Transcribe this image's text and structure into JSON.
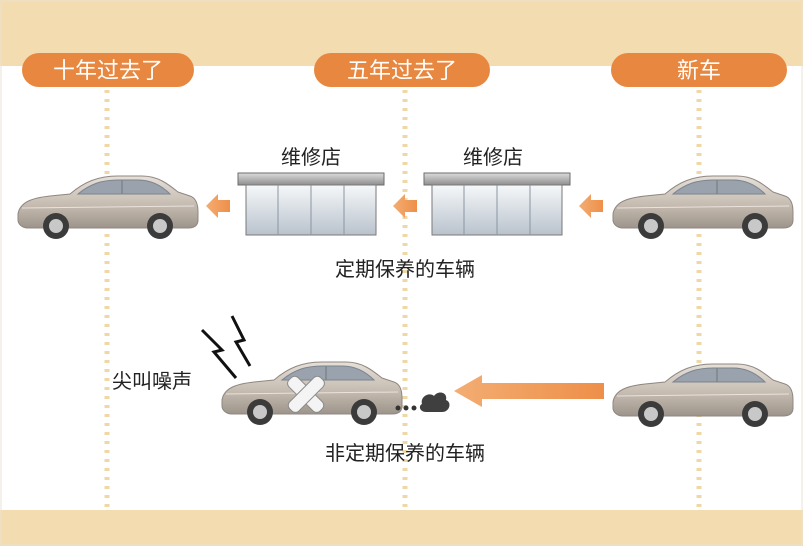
{
  "timeline": {
    "ten_years": "十年过去了",
    "five_years": "五年过去了",
    "new_car": "新车"
  },
  "labels": {
    "shop_1": "维修店",
    "shop_2": "维修店",
    "maintained": "定期保养的车辆",
    "not_maintained": "非定期保养的车辆",
    "noise": "尖叫噪声"
  },
  "colors": {
    "band": "#f3dcb0",
    "pill": "#e8873f",
    "arrow": "#f0a060",
    "car_body": "#c9bfb4",
    "dotted_line": "#efd7a6"
  }
}
